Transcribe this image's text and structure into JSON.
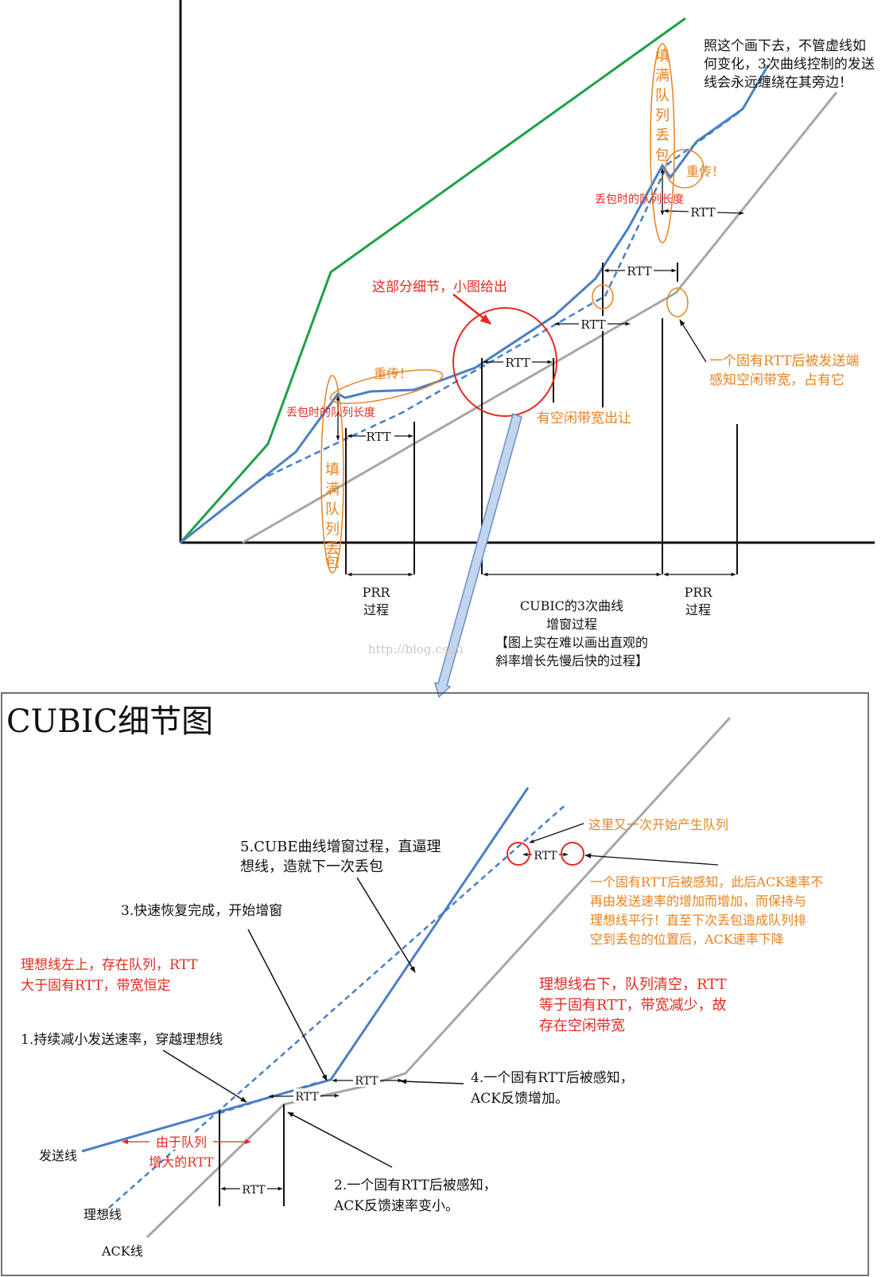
{
  "colors": {
    "send": "#4a7fc4",
    "ideal": "#4a7fc4",
    "ack": "#a6a6a6",
    "green": "#1ea048",
    "red": "#e8281e",
    "orange": "#e8821e",
    "black": "#111111",
    "arrow_fill": "#c3d5ee",
    "arrow_stroke": "#6a8fc4"
  },
  "top": {
    "note_line1": "照这个画下去，不管虚线如",
    "note_line2": "何变化，3次曲线控制的发送",
    "note_line3": "线会永远缠绕在其旁边！",
    "fill_queue_drop": [
      "填",
      "满",
      "队",
      "列",
      "丢",
      "包"
    ],
    "retransmit": "重传！",
    "queue_len_at_loss": "丢包时的队列长度",
    "rtt": "RTT",
    "detail_note": "这部分细节，小图给出",
    "idle_bw": "有空闲带宽出让",
    "sense_line1": "一个固有RTT后被发送端",
    "sense_line2": "感知空闲带宽，占有它",
    "prr_line1": "PRR",
    "prr_line2": "过程",
    "cubic_line1": "CUBIC的3次曲线",
    "cubic_line2": "增窗过程",
    "cubic_line3": "【图上实在难以画出直观的",
    "cubic_line4": "斜率增长先慢后快的过程】",
    "watermark": "http://blog.csdn"
  },
  "detail": {
    "title": "CUBIC细节图",
    "queue_starts": "这里又一次开始产生队列",
    "step5_line1": "5.CUBE曲线增窗过程，直逼理",
    "step5_line2": "想线，造就下一次丢包",
    "ack_note_line1": "一个固有RTT后被感知，此后ACK速率不",
    "ack_note_line2": "再由发送速率的增加而增加，而保持与",
    "ack_note_line3": "理想线平行！直至下次丢包造成队列排",
    "ack_note_line4": "空到丢包的位置后，ACK速率下降",
    "step3": "3.快速恢复完成，开始增窗",
    "left_note_line1": "理想线左上，存在队列，RTT",
    "left_note_line2": "大于固有RTT，带宽恒定",
    "right_note_line1": "理想线右下，队列清空，RTT",
    "right_note_line2": "等于固有RTT，带宽减少，故",
    "right_note_line3": "存在空闲带宽",
    "step1": "1.持续减小发送速率，穿越理想线",
    "step4_line1": "4.一个固有RTT后被感知，",
    "step4_line2": "ACK反馈增加。",
    "rtt": "RTT",
    "send_line": "发送线",
    "queue_rtt_line1": "由于队列",
    "queue_rtt_line2": "增大的RTT",
    "step2_line1": "2.一个固有RTT后被感知，",
    "step2_line2": "ACK反馈速率变小。",
    "ideal_line": "理想线",
    "ack_line": "ACK线"
  }
}
